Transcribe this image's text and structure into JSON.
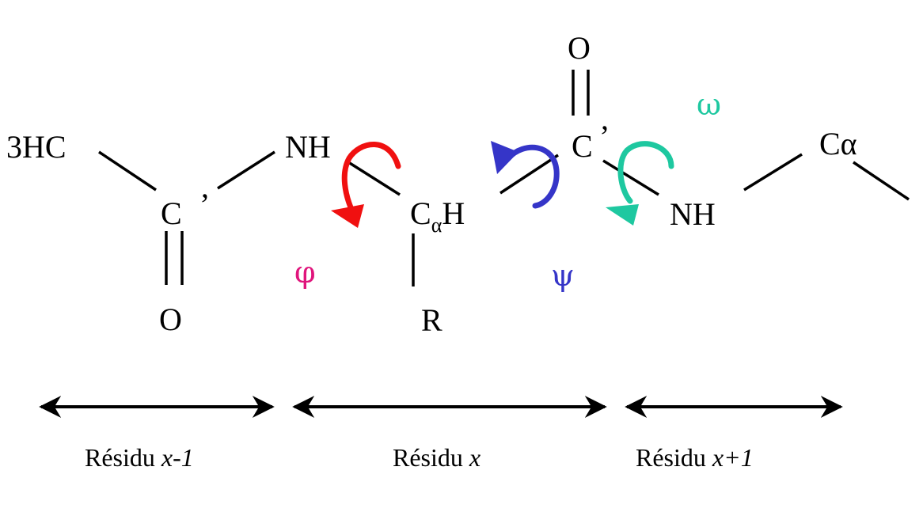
{
  "atoms": {
    "methyl": "3HC",
    "carbonyl_c1": "C",
    "carbonyl_c1_prime": "’",
    "carbonyl_o1": "O",
    "nh1": "NH",
    "calpha_c": "C",
    "calpha_sub": "α",
    "calpha_h": "H",
    "side_chain": "R",
    "carbonyl_c2": "C",
    "carbonyl_c2_prime": "’",
    "carbonyl_o2": "O",
    "nh2": "NH",
    "calpha_next": "Cα"
  },
  "angles": {
    "phi": {
      "symbol": "φ",
      "color": "#e0157c",
      "arrow_color": "#f01010"
    },
    "psi": {
      "symbol": "ψ",
      "color": "#3535c8",
      "arrow_color": "#3535c8"
    },
    "omega": {
      "symbol": "ω",
      "color": "#1ec8a0",
      "arrow_color": "#1ec8a0"
    }
  },
  "residues": [
    {
      "prefix": "Résidu ",
      "var": "x-1"
    },
    {
      "prefix": "Résidu ",
      "var": "x"
    },
    {
      "prefix": "Résidu ",
      "var": "x+1"
    }
  ]
}
